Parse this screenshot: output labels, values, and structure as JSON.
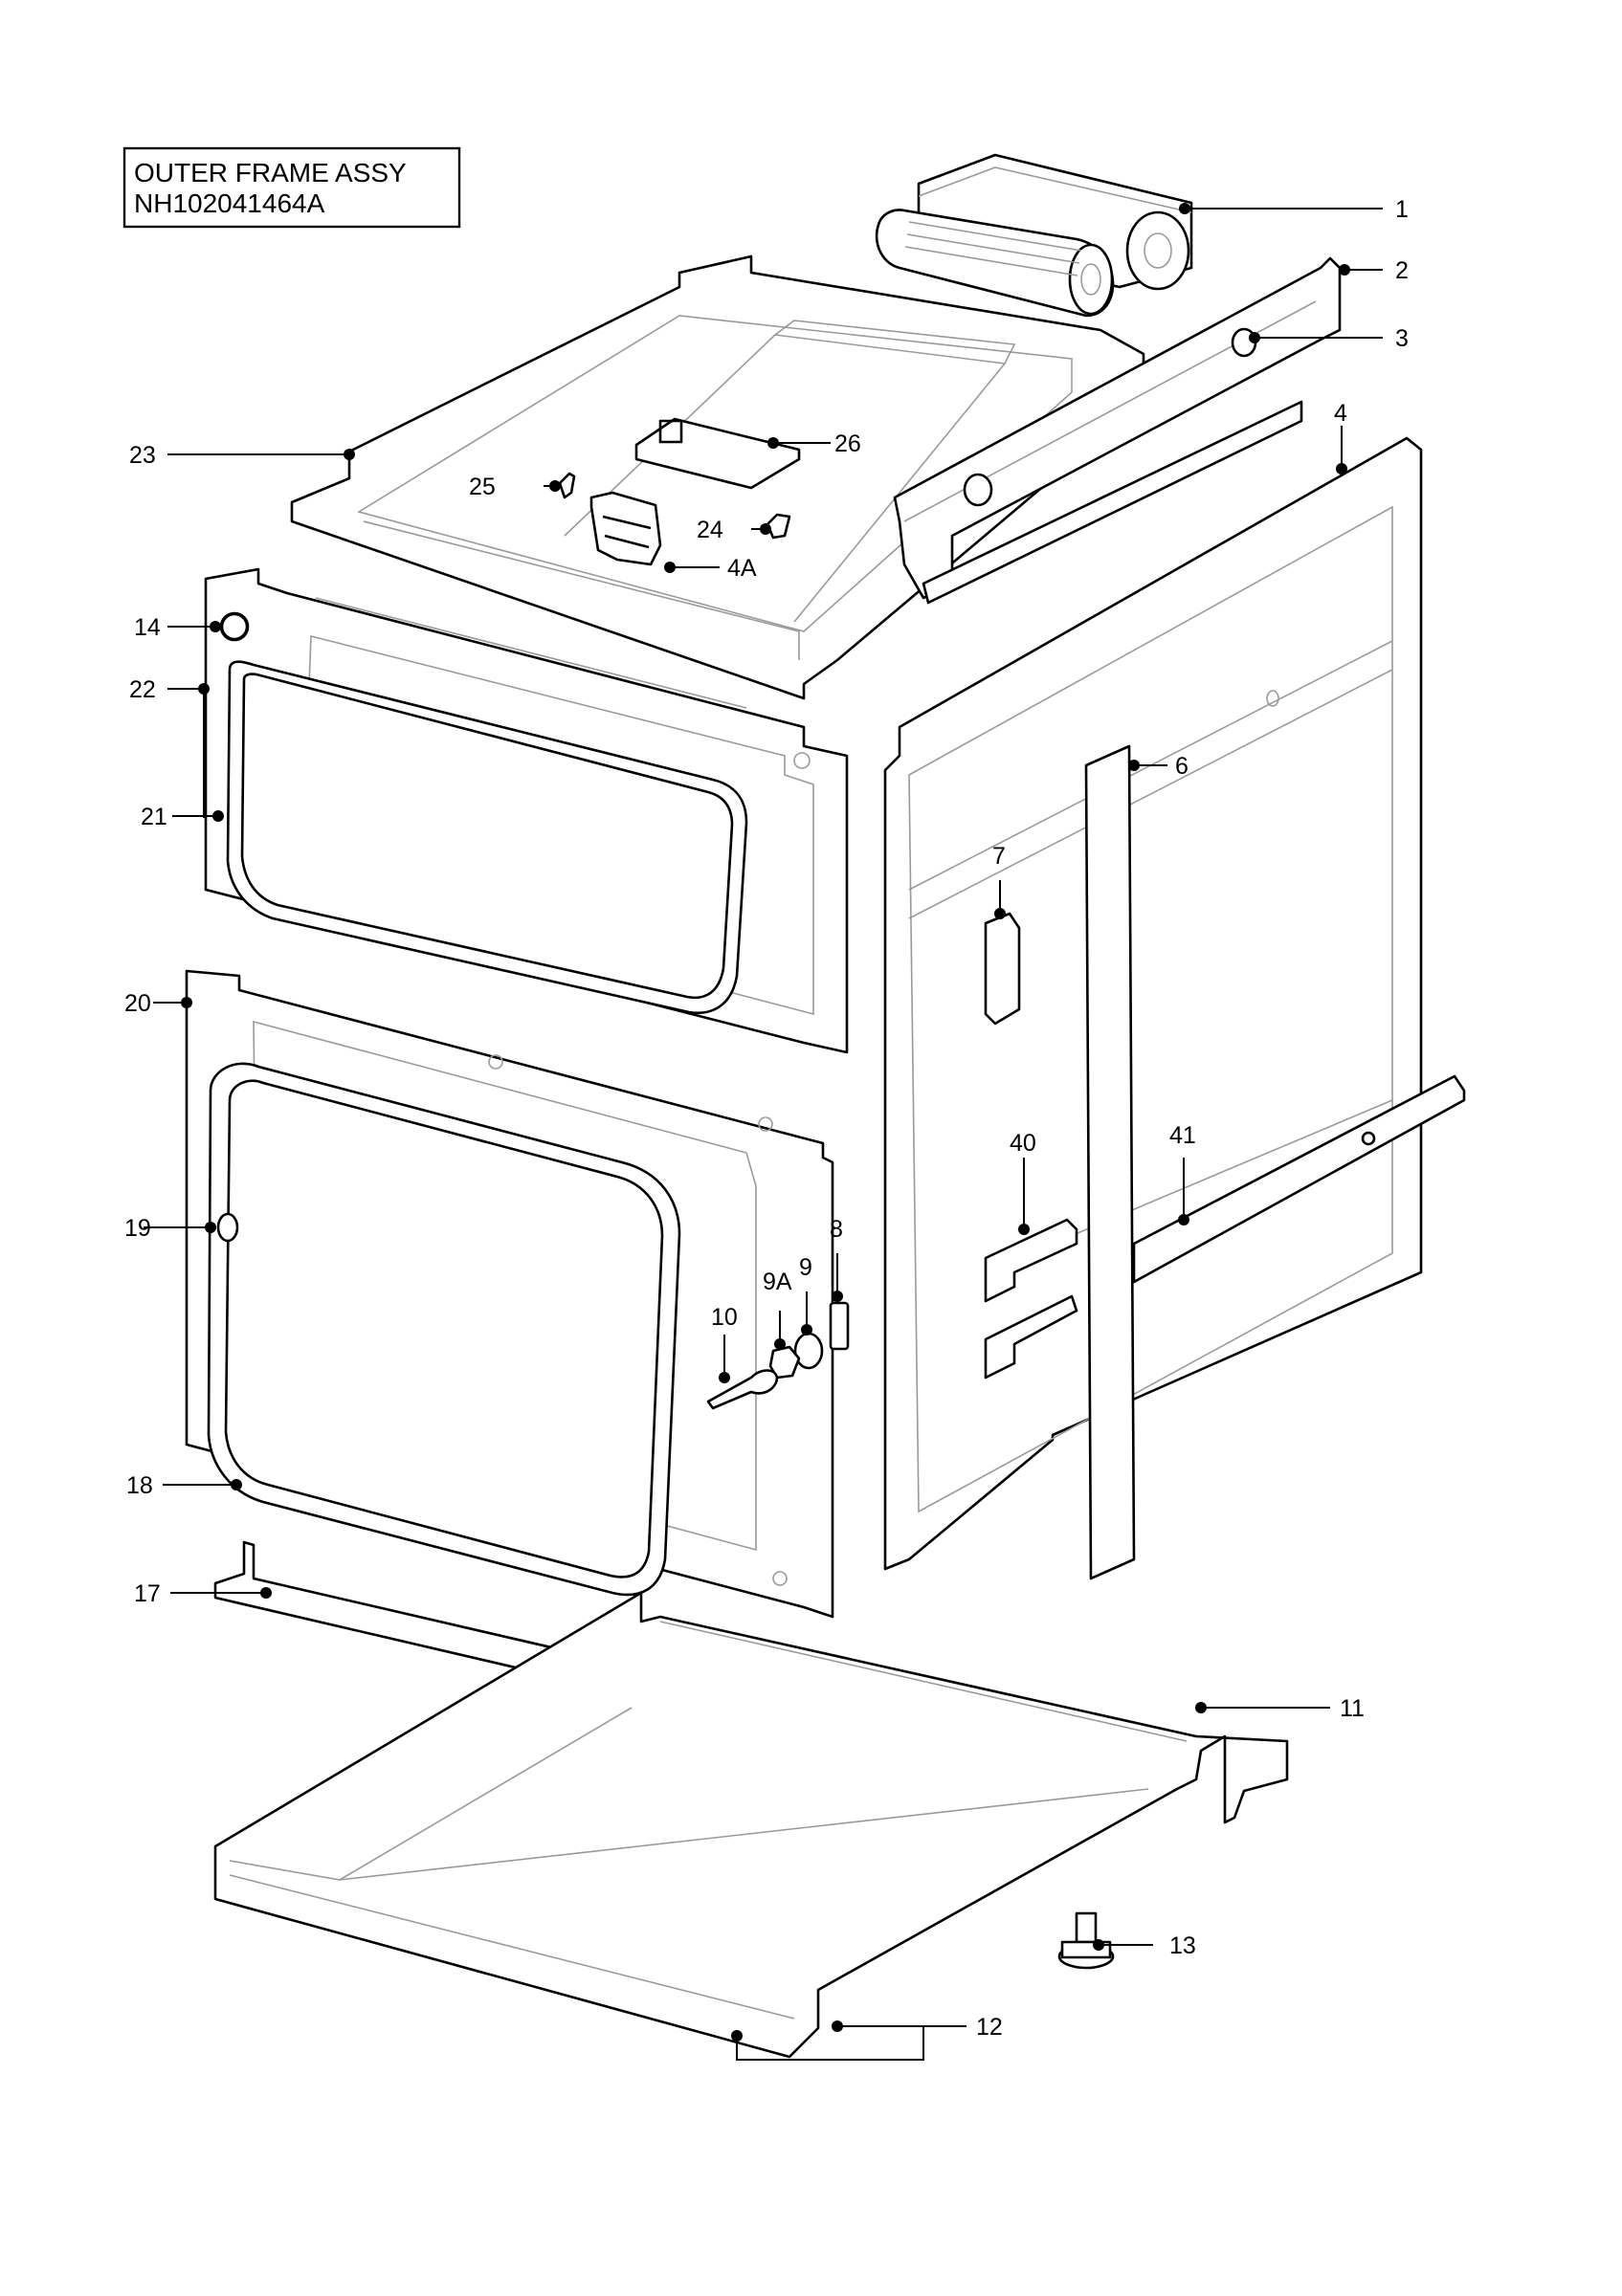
{
  "title_box": {
    "line1": "OUTER FRAME ASSY",
    "line2": "NH102041464A"
  },
  "callouts": [
    {
      "id": "1"
    },
    {
      "id": "2"
    },
    {
      "id": "3"
    },
    {
      "id": "4"
    },
    {
      "id": "4A"
    },
    {
      "id": "6"
    },
    {
      "id": "7"
    },
    {
      "id": "8"
    },
    {
      "id": "9"
    },
    {
      "id": "9A"
    },
    {
      "id": "10"
    },
    {
      "id": "11"
    },
    {
      "id": "12"
    },
    {
      "id": "13"
    },
    {
      "id": "14"
    },
    {
      "id": "17"
    },
    {
      "id": "18"
    },
    {
      "id": "19"
    },
    {
      "id": "20"
    },
    {
      "id": "21"
    },
    {
      "id": "22"
    },
    {
      "id": "23"
    },
    {
      "id": "24"
    },
    {
      "id": "25"
    },
    {
      "id": "26"
    },
    {
      "id": "40"
    },
    {
      "id": "41"
    }
  ]
}
